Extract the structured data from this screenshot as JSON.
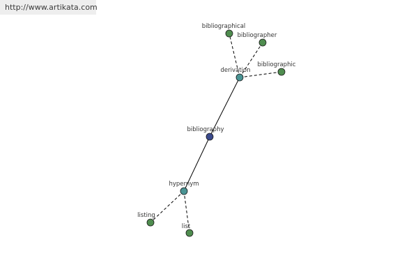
{
  "watermark": {
    "text": "http://www.artikata.com"
  },
  "graph": {
    "colors": {
      "center": "#3b4a8c",
      "relation": "#4a9494",
      "leaf": "#4f8d4f",
      "edge": "#000000",
      "text": "#333333"
    },
    "nodes": [
      {
        "id": "bibliography",
        "label": "bibliography",
        "kind": "center"
      },
      {
        "id": "derivation",
        "label": "derivation",
        "kind": "relation"
      },
      {
        "id": "hypernym",
        "label": "hypernym",
        "kind": "relation"
      },
      {
        "id": "bibliographical",
        "label": "bibliographical",
        "kind": "leaf"
      },
      {
        "id": "bibliographer",
        "label": "bibliographer",
        "kind": "leaf"
      },
      {
        "id": "bibliographic",
        "label": "bibliographic",
        "kind": "leaf"
      },
      {
        "id": "listing",
        "label": "listing",
        "kind": "leaf"
      },
      {
        "id": "list",
        "label": "list",
        "kind": "leaf"
      }
    ],
    "edges": [
      {
        "from": "bibliography",
        "to": "derivation",
        "style": "solid"
      },
      {
        "from": "bibliography",
        "to": "hypernym",
        "style": "solid"
      },
      {
        "from": "derivation",
        "to": "bibliographical",
        "style": "dashed"
      },
      {
        "from": "derivation",
        "to": "bibliographer",
        "style": "dashed"
      },
      {
        "from": "derivation",
        "to": "bibliographic",
        "style": "dashed"
      },
      {
        "from": "hypernym",
        "to": "listing",
        "style": "dashed"
      },
      {
        "from": "hypernym",
        "to": "list",
        "style": "dashed"
      }
    ]
  }
}
